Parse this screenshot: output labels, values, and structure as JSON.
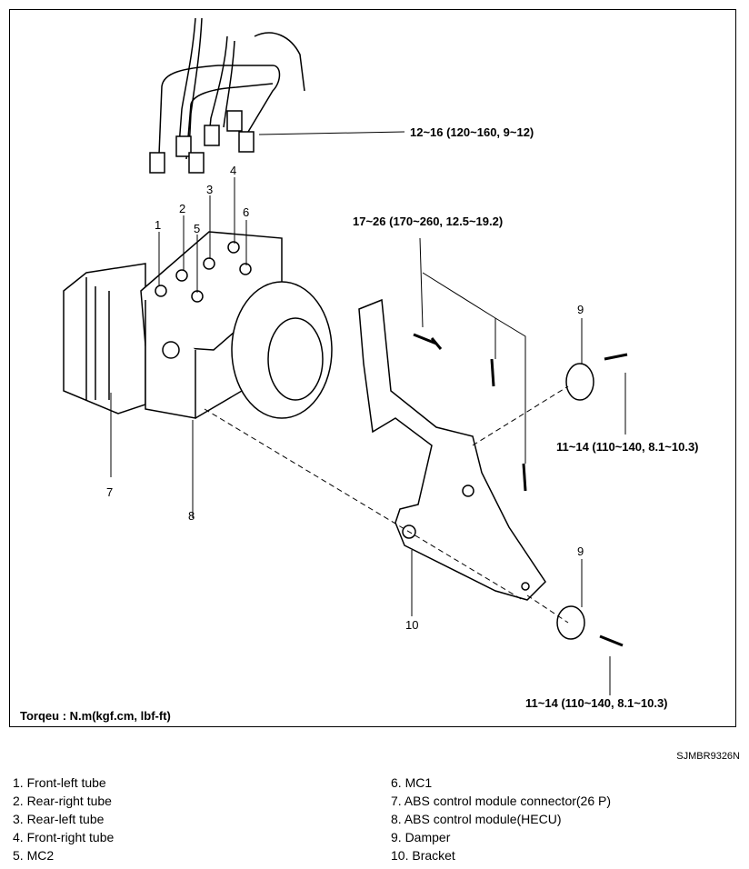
{
  "torques": {
    "tube_nuts": "12~16 (120~160, 9~12)",
    "bracket_bolts": "17~26 (170~260, 12.5~19.2)",
    "upper_damper_bolt": "11~14 (110~140, 8.1~10.3)",
    "lower_damper_bolt": "11~14 (110~140, 8.1~10.3)"
  },
  "callouts": [
    "1",
    "2",
    "3",
    "4",
    "5",
    "6",
    "7",
    "8",
    "9",
    "9",
    "10"
  ],
  "units_note": "Torqeu : N.m(kgf.cm, lbf-ft)",
  "figure_code": "SJMBR9326N",
  "legend": {
    "left": [
      "1. Front-left tube",
      "2. Rear-right tube",
      "3. Rear-left tube",
      "4. Front-right tube",
      "5. MC2"
    ],
    "right": [
      "6. MC1",
      "7. ABS control module connector(26 P)",
      "8. ABS control module(HECU)",
      "9. Damper",
      "10. Bracket"
    ]
  }
}
